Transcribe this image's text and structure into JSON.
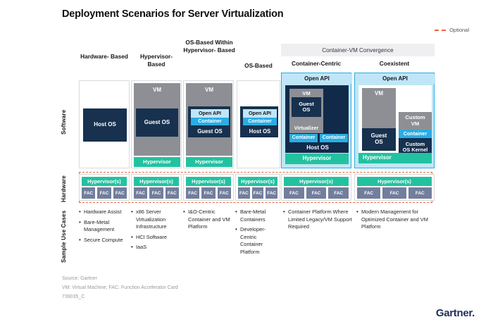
{
  "title": "Deployment Scenarios for Server Virtualization",
  "legend": {
    "label": "Optional",
    "color": "#e8663c"
  },
  "banner": {
    "label": "Container-VM Convergence"
  },
  "row_labels": {
    "software": "Software",
    "hardware": "Hardware",
    "use_cases": "Sample Use Cases"
  },
  "columns": [
    {
      "header": "Hardware-\nBased"
    },
    {
      "header": "Hypervisor-\nBased"
    },
    {
      "header": "OS-Based\nWithin\nHypervisor-\nBased"
    },
    {
      "header": "OS-Based"
    },
    {
      "header": "Container-Centric"
    },
    {
      "header": "Coexistent"
    }
  ],
  "blocks": {
    "host_os": "Host OS",
    "guest_os": "Guest OS",
    "guest_os_stacked": "Guest\nOS",
    "vm": "VM",
    "custom_vm": "Custom\nVM",
    "custom_os_kernel": "Custom\nOS Kernel",
    "hypervisor": "Hypervisor",
    "open_api": "Open API",
    "container": "Container",
    "virtualizer": "Virtualizer"
  },
  "hardware": {
    "hypervisor_label": "Hypervisor(s)",
    "fac_label": "FAC",
    "fac_per_column": 3,
    "columns": 6
  },
  "use_cases": [
    [
      "Hardware Assist",
      "Bare-Metal Management",
      "Secure Compute"
    ],
    [
      "x86 Server Virtualization Infrastructure",
      "HCI Software",
      "IaaS"
    ],
    [
      "I&O-Centric Container and VM Platform"
    ],
    [
      "Bare-Metal Containers",
      "Developer-Centric Container Platform"
    ],
    [
      "Container Platform Where Limited Legacy/VM Support Required"
    ],
    [
      "Modern Management for Optimized Container and VM Platform"
    ]
  ],
  "footer": {
    "source": "Source: Gartner",
    "abbrev": "VM: Virtual Machine; FAC: Function Accelerator Card",
    "code": "739035_C"
  },
  "brand": {
    "name": "Gartner"
  },
  "colors": {
    "navy": "#17314f",
    "teal": "#22c2a0",
    "bright_blue": "#29ade4",
    "light_blue": "#bfe6f7",
    "gray_vm": "#8d8f94",
    "fac_slate": "#717e9c",
    "optional_orange": "#e8663c"
  }
}
